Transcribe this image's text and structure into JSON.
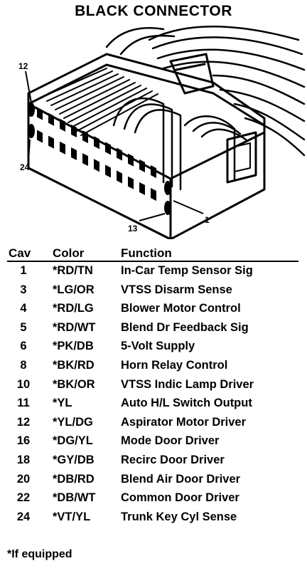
{
  "title": "BLACK CONNECTOR",
  "pin_labels": {
    "top_left": "12",
    "bottom_left": "24",
    "bottom_mid": "13",
    "right": "1"
  },
  "table": {
    "headers": {
      "cav": "Cav",
      "color": "Color",
      "function": "Function"
    },
    "rows": [
      {
        "cav": "1",
        "color": "*RD/TN",
        "function": "In-Car Temp Sensor Sig"
      },
      {
        "cav": "3",
        "color": "*LG/OR",
        "function": "VTSS Disarm Sense"
      },
      {
        "cav": "4",
        "color": "*RD/LG",
        "function": "Blower Motor Control"
      },
      {
        "cav": "5",
        "color": "*RD/WT",
        "function": "Blend Dr Feedback Sig"
      },
      {
        "cav": "6",
        "color": "*PK/DB",
        "function": "5-Volt Supply"
      },
      {
        "cav": "8",
        "color": "*BK/RD",
        "function": "Horn Relay Control"
      },
      {
        "cav": "10",
        "color": "*BK/OR",
        "function": "VTSS Indic Lamp Driver"
      },
      {
        "cav": "11",
        "color": "*YL",
        "function": "Auto H/L Switch Output"
      },
      {
        "cav": "12",
        "color": "*YL/DG",
        "function": "Aspirator Motor Driver"
      },
      {
        "cav": "16",
        "color": "*DG/YL",
        "function": "Mode Door Driver"
      },
      {
        "cav": "18",
        "color": "*GY/DB",
        "function": "Recirc Door Driver"
      },
      {
        "cav": "20",
        "color": "*DB/RD",
        "function": "Blend Air Door Driver"
      },
      {
        "cav": "22",
        "color": "*DB/WT",
        "function": "Common Door Driver"
      },
      {
        "cav": "24",
        "color": "*VT/YL",
        "function": "Trunk Key Cyl Sense"
      }
    ]
  },
  "footnote": "*If equipped"
}
